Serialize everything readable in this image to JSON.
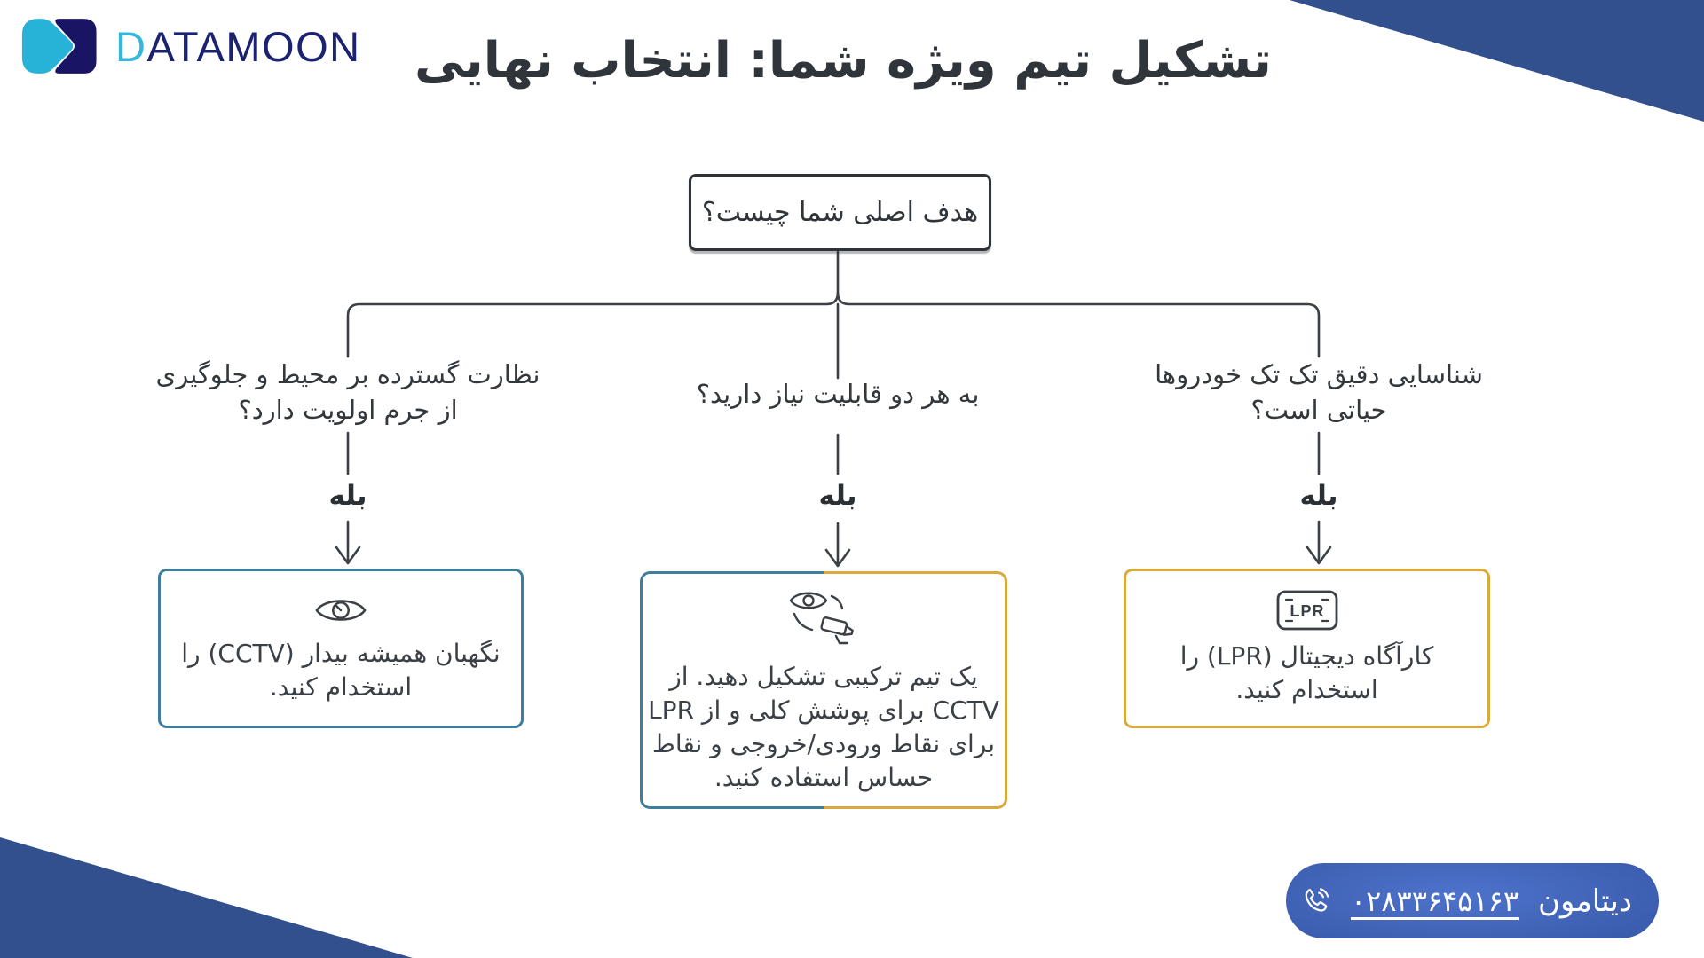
{
  "colors": {
    "corner_navy": "#31508D",
    "line": "#3A4045",
    "teal": "#3E7D9C",
    "gold": "#D9A93C",
    "text_dark": "#2F353A",
    "logo_mark_cyan": "#27B2D8",
    "logo_mark_navy": "#1A1464",
    "logo_text_cyan": "#35B6DC",
    "logo_text_navy": "#1B2270",
    "pill_blue_light": "#4E73CC",
    "pill_blue_dark": "#203C7C"
  },
  "logo": {
    "d": "D",
    "rest": "ATAMOON"
  },
  "header": {
    "title": "تشکیل تیم ویژه شما: انتخاب نهایی"
  },
  "flow": {
    "root_question": "هدف اصلی شما چیست؟",
    "branches": [
      {
        "id": "cctv",
        "question_lines": [
          "نظارت گسترده بر محیط و جلوگیری",
          "از جرم اولویت دارد؟"
        ],
        "yes": "بله",
        "result_lines": [
          "نگهبان همیشه بیدار (CCTV) را",
          "استخدام کنید."
        ],
        "icon": "eye-icon",
        "accent": "#3E7D9C"
      },
      {
        "id": "combo",
        "question_lines": [
          "به هر دو قابلیت نیاز دارید؟"
        ],
        "yes": "بله",
        "result_lines": [
          "یک تیم ترکیبی تشکیل دهید. از",
          "CCTV برای پوشش کلی و از LPR",
          "برای نقاط ورودی/خروجی و نقاط",
          "حساس استفاده کنید."
        ],
        "icon": "eye-camera-icon",
        "accent_left": "#3E7D9C",
        "accent_right": "#D9A93C"
      },
      {
        "id": "lpr",
        "question_lines": [
          "شناسایی دقیق تک تک خودروها",
          "حیاتی است؟"
        ],
        "yes": "بله",
        "result_lines": [
          "کارآگاه دیجیتال (LPR) را",
          "استخدام کنید."
        ],
        "icon": "lpr-plate-icon",
        "plate_label": "LPR",
        "accent": "#D9A93C"
      }
    ]
  },
  "footer": {
    "company": "دیتامون",
    "phone": "۰۲۸۳۳۶۴۵۱۶۳"
  }
}
